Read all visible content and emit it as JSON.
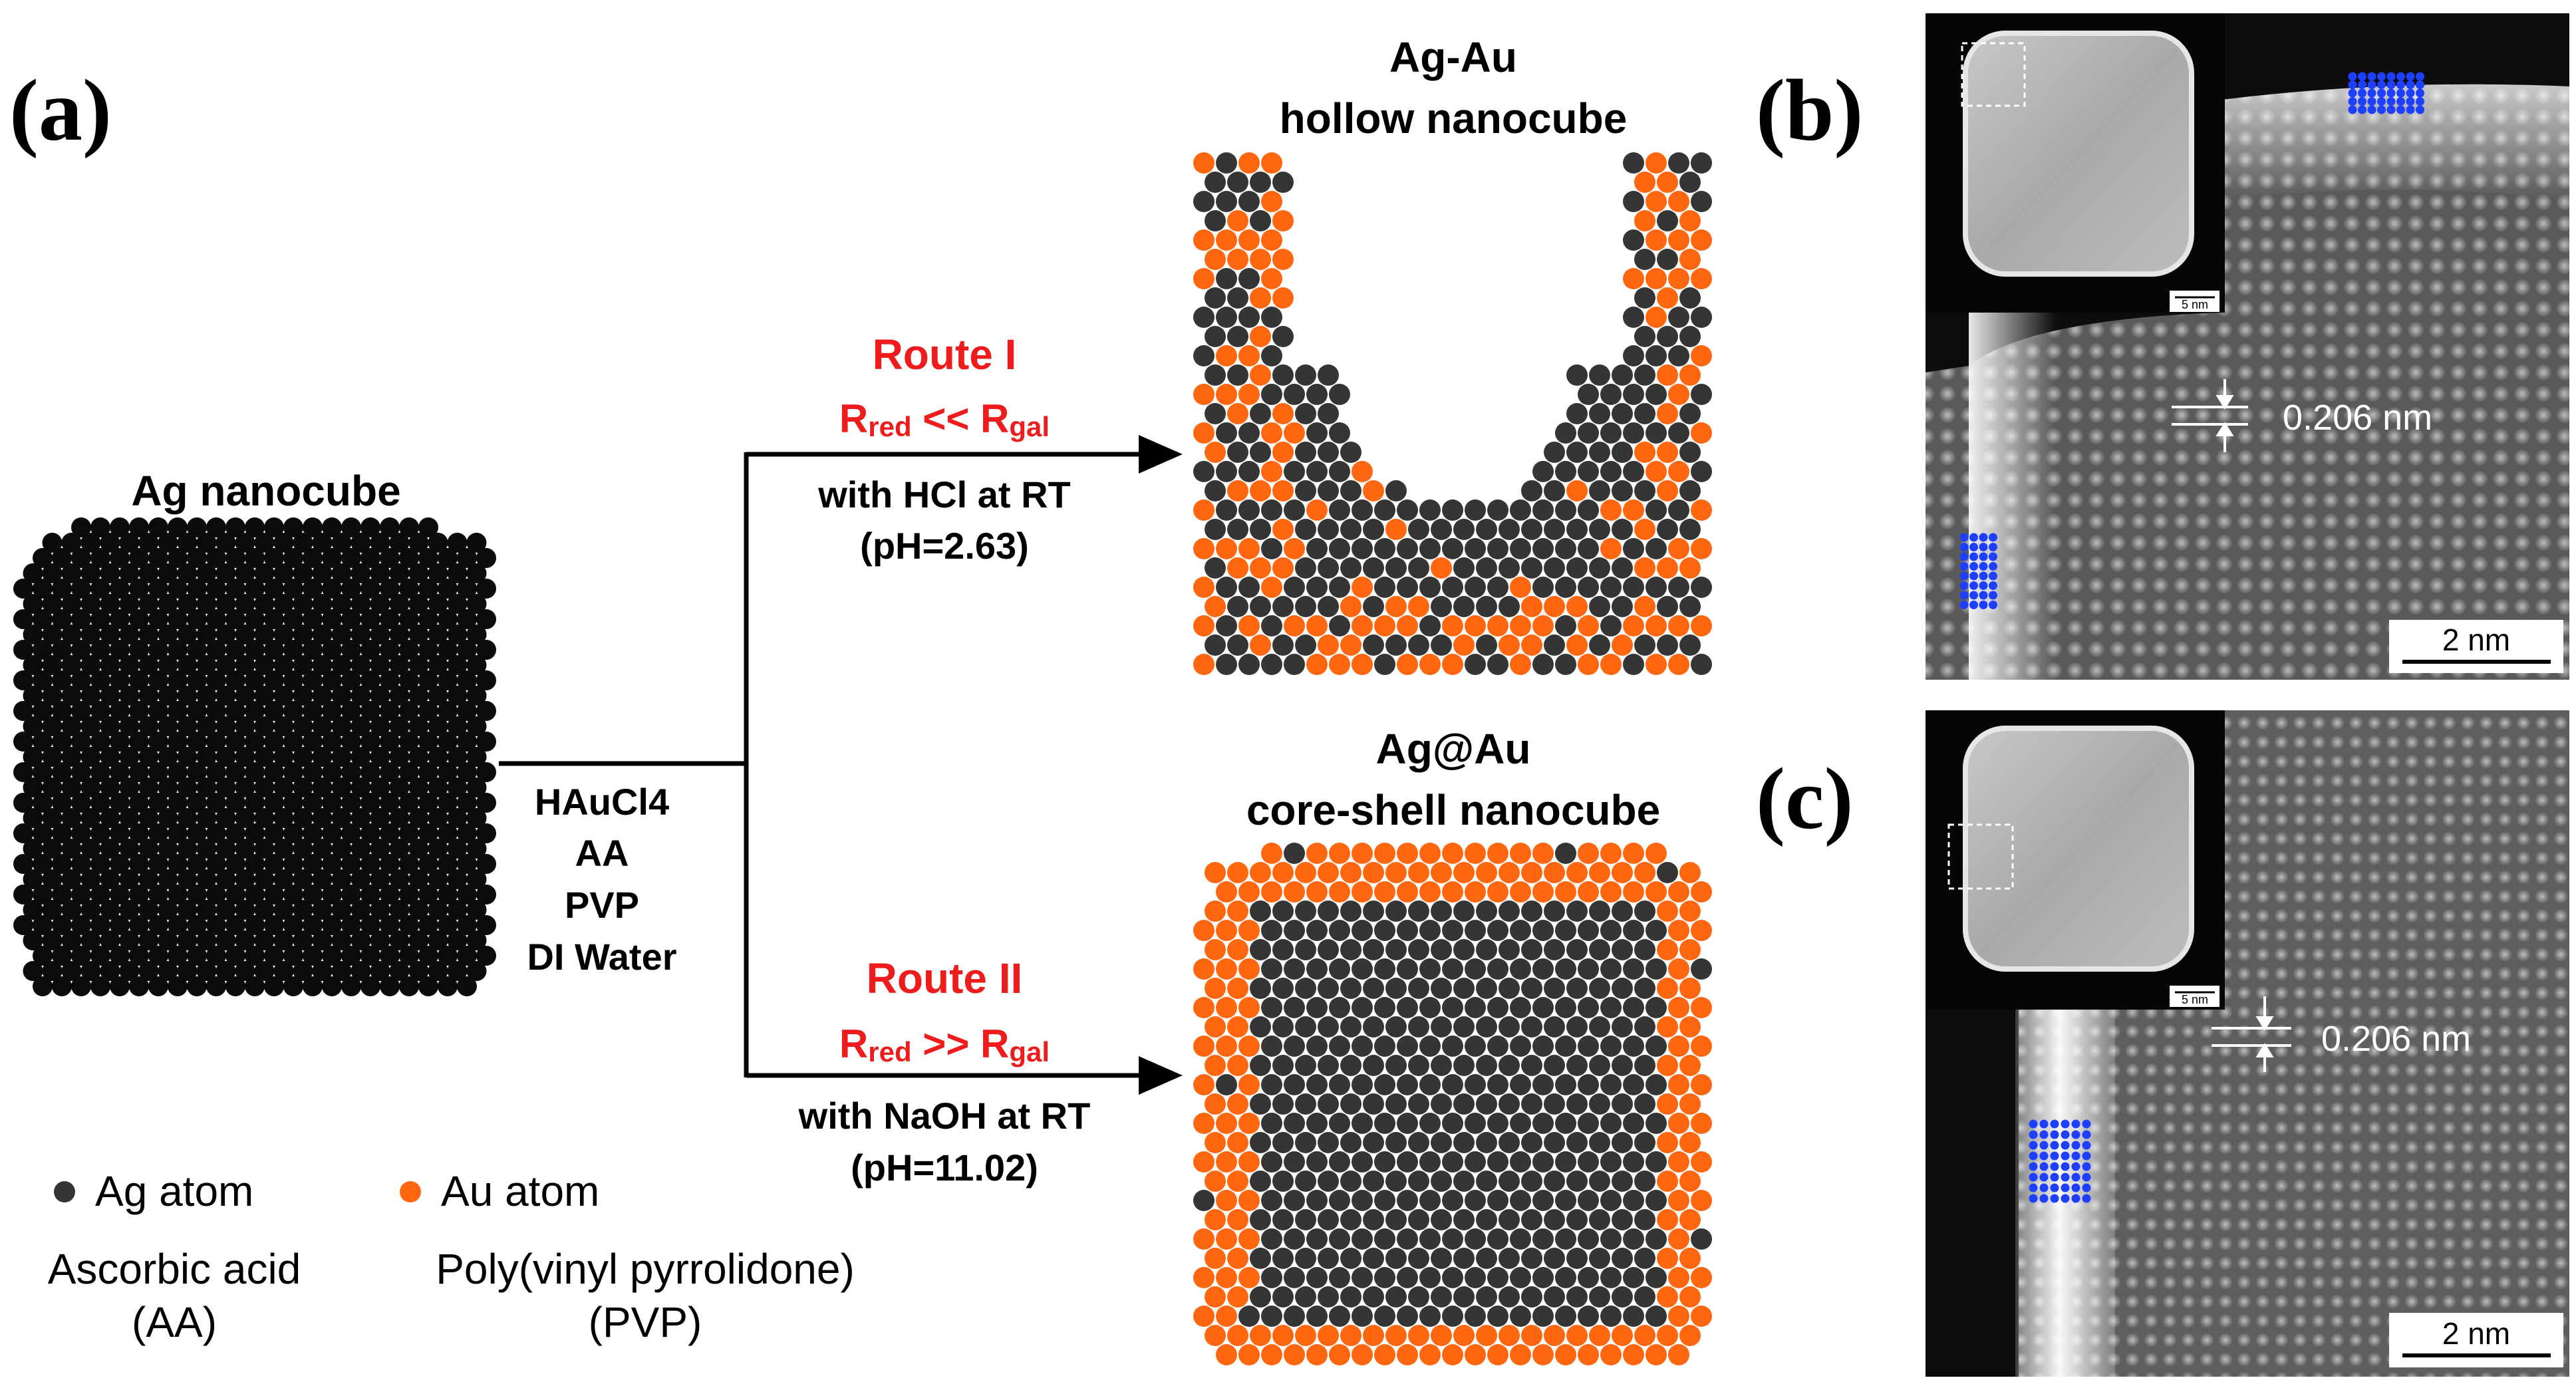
{
  "panel_labels": {
    "a": "(a)",
    "b": "(b)",
    "c": "(c)"
  },
  "start": {
    "title": "Ag nanocube"
  },
  "reagents": [
    "HAuCl4",
    "AA",
    "PVP",
    "DI Water"
  ],
  "route1": {
    "name": "Route I",
    "rate_red": "red",
    "rate_gal": "gal",
    "relation": "<<",
    "condition": "with HCl at RT",
    "ph": "(pH=2.63)"
  },
  "route2": {
    "name": "Route II",
    "rate_red": "red",
    "rate_gal": "gal",
    "relation": ">>",
    "condition": "with NaOH at RT",
    "ph": "(pH=11.02)"
  },
  "product1": {
    "title_line1": "Ag-Au",
    "title_line2": "hollow nanocube"
  },
  "product2": {
    "title_line1": "Ag@Au",
    "title_line2": "core-shell nanocube"
  },
  "legend": {
    "ag_atom": "Ag atom",
    "au_atom": "Au atom",
    "aa_name": "Ascorbic acid",
    "aa_abbr": "(AA)",
    "pvp_name": "Poly(vinyl pyrrolidone)",
    "pvp_abbr": "(PVP)"
  },
  "micrograph_b": {
    "lattice_spacing": "0.206 nm",
    "inset_scale": "5 nm",
    "scale_bar": "2 nm"
  },
  "micrograph_c": {
    "lattice_spacing": "0.206 nm",
    "inset_scale": "5 nm",
    "scale_bar": "2 nm"
  },
  "colors": {
    "ag_start": "#0b0b0b",
    "ag_atom": "#353535",
    "au_atom": "#ff6610",
    "route_label": "#ee1c1c",
    "marker_blue": "#1f3fff",
    "line": "#000000"
  }
}
